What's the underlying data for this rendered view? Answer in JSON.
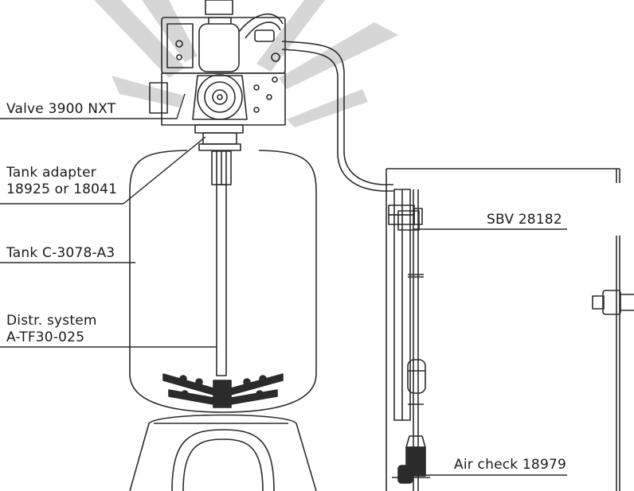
{
  "colors": {
    "line": "#2b2b2b",
    "ray": "#c9c9c9",
    "label": "#1a1a1a"
  },
  "labels": {
    "valve": "Valve 3900 NXT",
    "tank_adapter": [
      "Tank adapter",
      "18925 or 18041"
    ],
    "tank": "Tank C-3078-A3",
    "distributor": [
      "Distr. system",
      "A-TF30-025"
    ],
    "sbv": "SBV 28182",
    "air_check": "Air check 18979"
  }
}
